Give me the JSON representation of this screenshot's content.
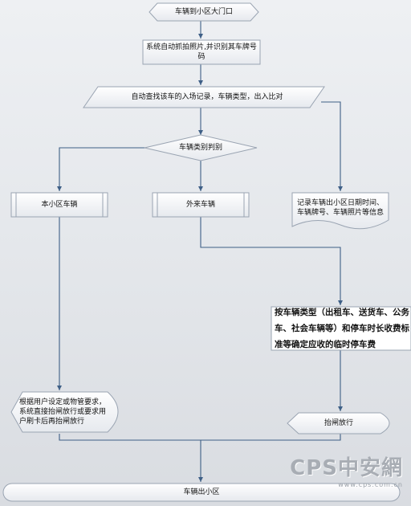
{
  "nodes": {
    "start": "车辆到小区大门口",
    "capture": "系统自动抓拍照片,并识别其车牌号码",
    "lookup": "自动查找该车的入场记录，车辆类型，出入比对",
    "decision": "车辆类别判别",
    "resident": "本小区车辆",
    "visitor": "外来车辆",
    "record": "记录车辆出小区日期时间、车辆牌号、车辆照片等信息",
    "fee": "按车辆类型（出租车、送货车、公务车、社会车辆等）和停车时长收费标准等确定应收的临时停车费",
    "resident_release": "根据用户设定或物管要求，系统直接抬闸放行或要求用户刷卡后再抬闸放行",
    "gate_open": "抬闸放行",
    "exit": "车辆出小区"
  },
  "watermark": {
    "brand": "CPS中安網",
    "url": "www.cps.com.cn"
  },
  "colors": {
    "line": "#3e5f86",
    "box_fill": "#ffffff",
    "box_stroke": "#9aa4b2"
  }
}
